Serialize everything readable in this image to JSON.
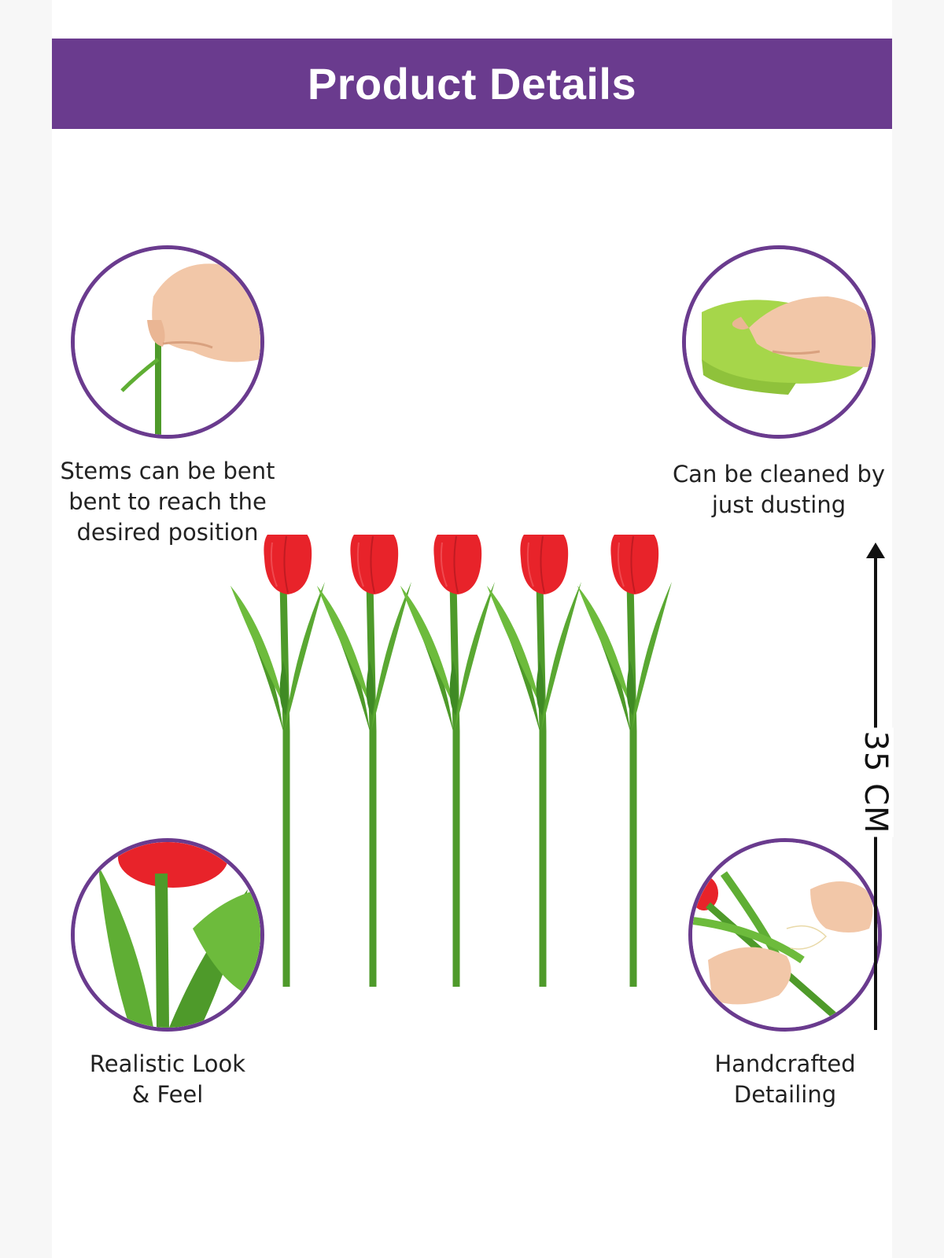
{
  "header": {
    "title": "Product Details"
  },
  "features": {
    "top_left": {
      "lines": [
        "Stems can be bent",
        "bent to reach the",
        "desired position"
      ]
    },
    "top_right": {
      "lines": [
        "Can be cleaned by",
        "just dusting"
      ]
    },
    "bottom_left": {
      "lines": [
        "Realistic Look",
        "& Feel"
      ]
    },
    "bottom_right": {
      "lines": [
        "Handcrafted",
        "Detailing"
      ]
    }
  },
  "measurement": {
    "label": "35 CM"
  },
  "tulips": {
    "count": 5,
    "petal_color": "#e8232a",
    "stem_color": "#4e9a2a"
  },
  "colors": {
    "accent": "#6a3b8e",
    "background": "#ffffff"
  }
}
